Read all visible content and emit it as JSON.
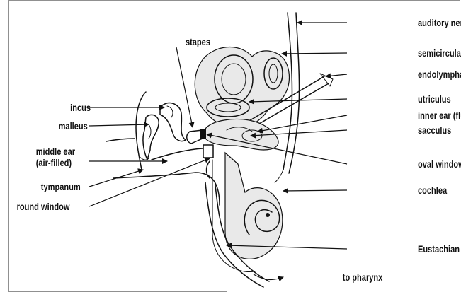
{
  "labels": {
    "auditory_nerve": "auditory nerve",
    "semicircular_canals": "semicircular canals",
    "endolymphatic_ducts": "endolymphatic ducts",
    "utriculus": "utriculus",
    "inner_ear": "inner ear (fluid-filled)",
    "sacculus": "sacculus",
    "oval_window": "oval window",
    "cochlea": "cochlea",
    "eustachian_tube": "Eustachian tube",
    "to_pharynx": "to pharynx",
    "stapes": "stapes",
    "incus": "incus",
    "malleus": "malleus",
    "middle_ear_line1": "middle ear",
    "middle_ear_line2": "(air-filled)",
    "tympanum": "tympanum",
    "round_window": "round window"
  },
  "colors": {
    "ink": "#111111",
    "fluid_fill": "#e9e9e9",
    "background": "#ffffff"
  }
}
